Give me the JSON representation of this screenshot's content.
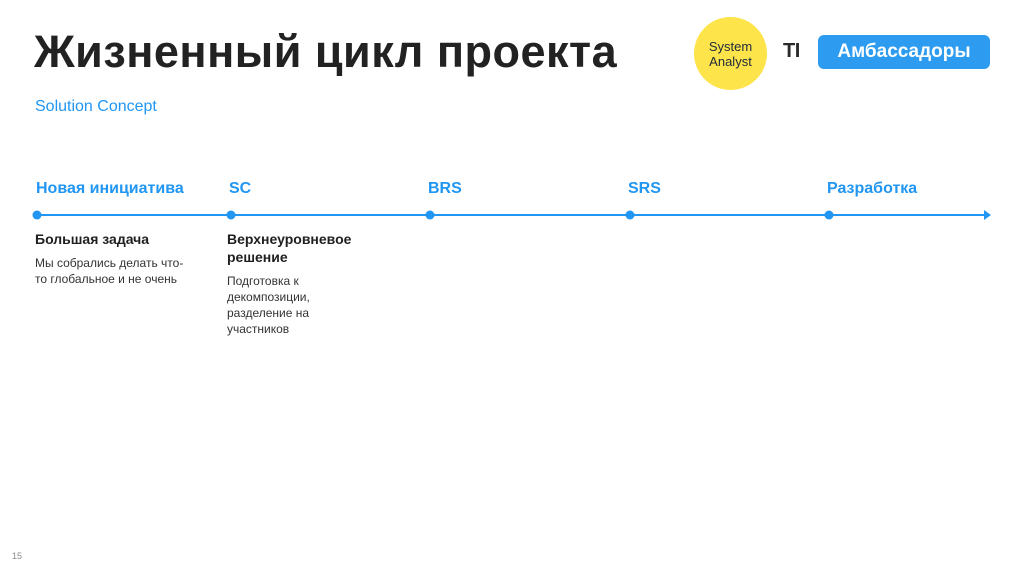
{
  "title": "Жизненный цикл проекта",
  "subtitle": "Solution Concept",
  "logo": {
    "system_analyst": "System\nAnalyst",
    "ti": "TI",
    "ambassadors": "Амбассадоры",
    "colors": {
      "circle": "#fde44a",
      "badge": "#2d9cf0"
    }
  },
  "accent_color": "#2196f3",
  "stages": [
    {
      "label": "Новая инициатива"
    },
    {
      "label": "SC"
    },
    {
      "label": "BRS"
    },
    {
      "label": "SRS"
    },
    {
      "label": "Разработка"
    }
  ],
  "details": [
    {
      "heading": "Большая задача",
      "text": "Мы собрались делать что-то глобальное и не очень"
    },
    {
      "heading": "Верхнеуровневое решение",
      "text": "Подготовка к декомпозиции, разделение на участников"
    }
  ],
  "page_number": "15"
}
